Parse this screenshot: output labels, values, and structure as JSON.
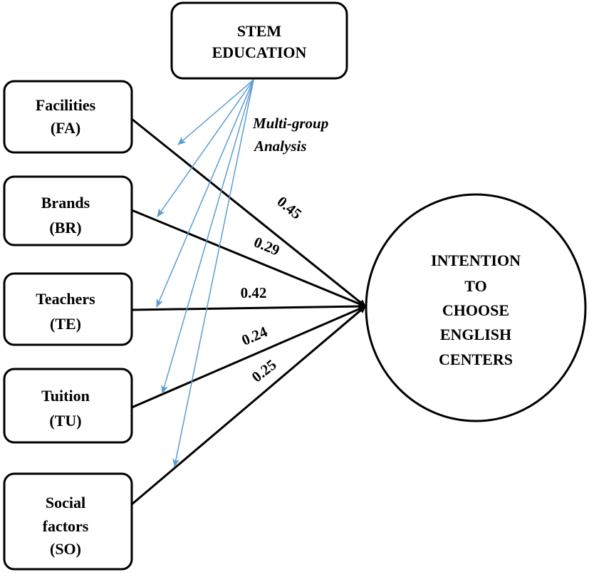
{
  "nodes": {
    "stem": {
      "lines": [
        "STEM",
        "EDUCATION"
      ]
    },
    "fa": {
      "lines": [
        "Facilities",
        "(FA)"
      ]
    },
    "br": {
      "lines": [
        "Brands",
        "(BR)"
      ]
    },
    "te": {
      "lines": [
        "Teachers",
        "(TE)"
      ]
    },
    "tu": {
      "lines": [
        "Tuition",
        "(TU)"
      ]
    },
    "so": {
      "lines": [
        "Social",
        "factors",
        "(SO)"
      ]
    },
    "outcome": {
      "lines": [
        "INTENTION",
        "TO",
        "CHOOSE",
        "ENGLISH",
        "CENTERS"
      ]
    }
  },
  "paths": {
    "fa": "0.45",
    "br": "0.29",
    "te": "0.42",
    "tu": "0.24",
    "so": "0.25"
  },
  "moderator_note": [
    "Multi-group",
    "Analysis"
  ],
  "colors": {
    "path": "#000000",
    "moderation": "#5b9bd5"
  }
}
